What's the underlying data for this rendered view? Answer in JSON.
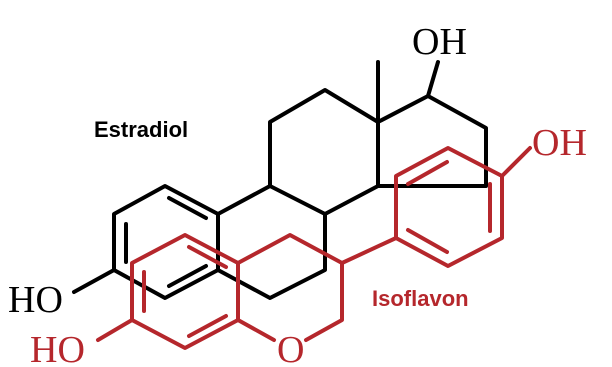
{
  "labels": {
    "estradiol_name": "Estradiol",
    "isoflavon_name": "Isoflavon",
    "estradiol_oh_top": "OH",
    "estradiol_ho_left": "HO",
    "isoflavon_oh_right": "OH",
    "isoflavon_ho_left": "HO",
    "isoflavon_ring_oxygen": "O"
  },
  "colors": {
    "estradiol": "#000000",
    "isoflavon": "#b5272c",
    "background": "#ffffff"
  }
}
